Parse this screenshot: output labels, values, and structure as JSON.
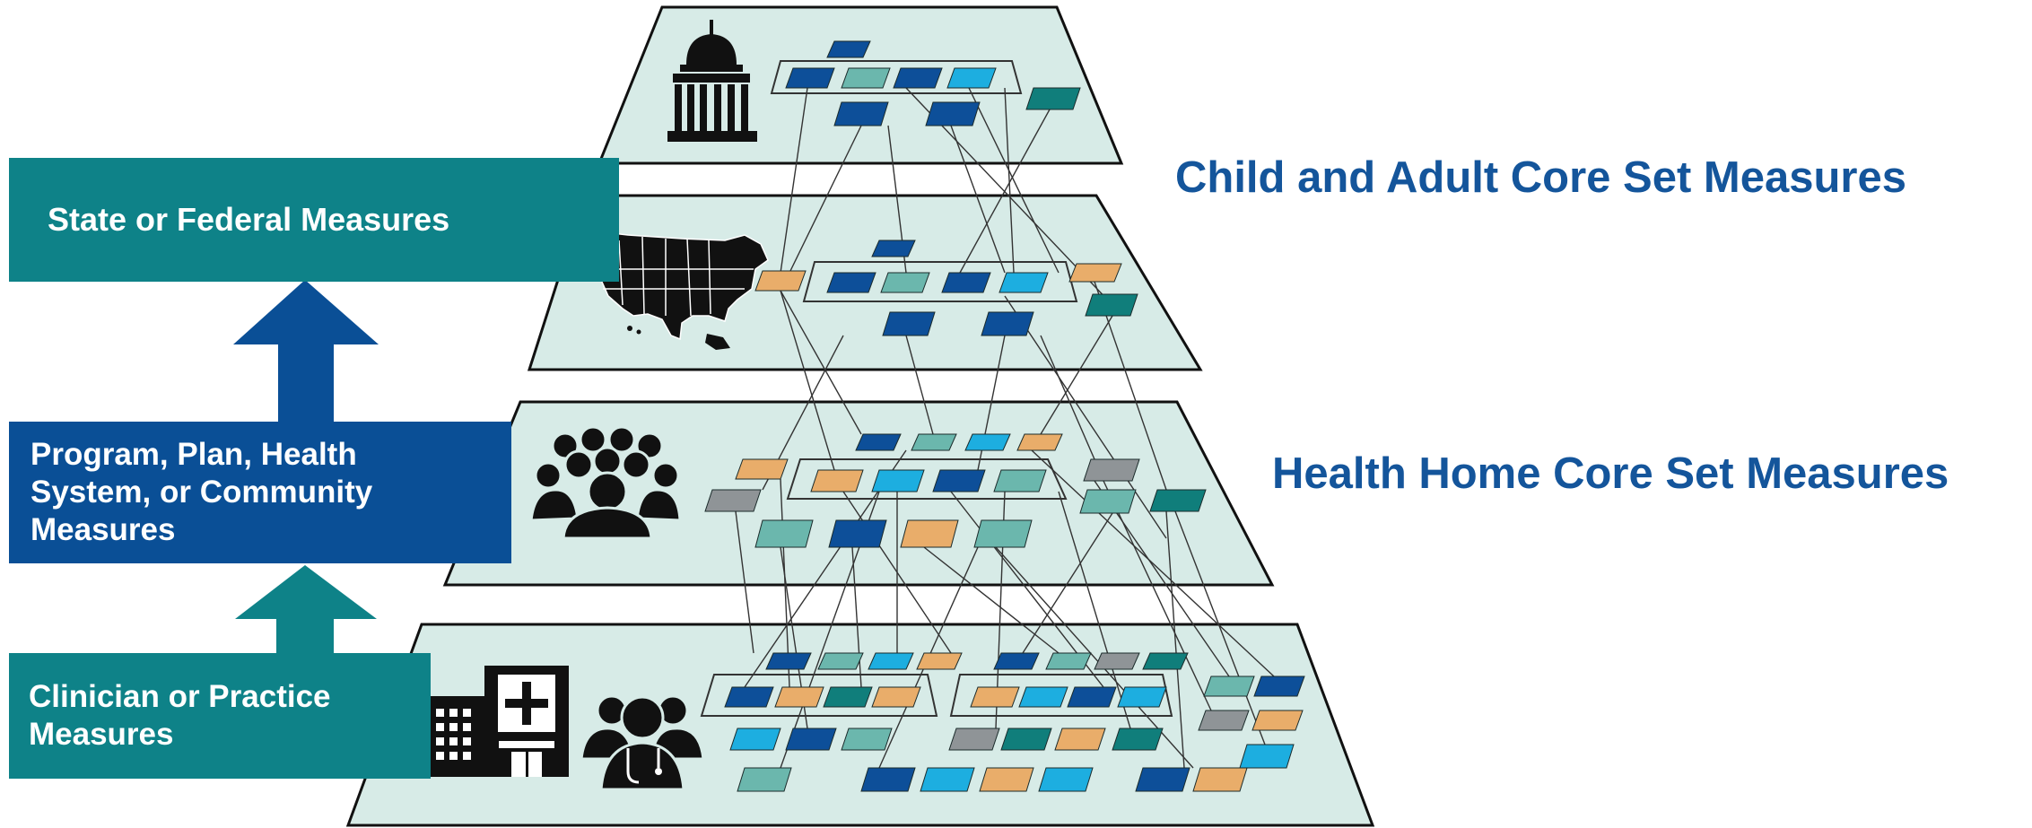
{
  "left_bands": {
    "state_federal": "State or Federal Measures",
    "program": [
      "Program, Plan, Health",
      "System, or Community",
      "Measures"
    ],
    "clinician": [
      "Clinician or Practice",
      "Measures"
    ]
  },
  "right_titles": {
    "child_adult": "Child and Adult Core Set Measures",
    "health_home": "Health Home Core Set Measures"
  },
  "level_icons": [
    "capitol-building-icon",
    "us-map-icon",
    "community-group-icon",
    "hospital-icon",
    "clinician-icon"
  ],
  "colors": {
    "teal_band": "#0e8288",
    "navy_band": "#0a4f96",
    "title_blue": "#14559b",
    "plane_fill": "#d7ebe7",
    "box_navy": "#0d4f99",
    "box_teal": "#6bb7ad",
    "box_sky": "#1daee0",
    "box_dark_teal": "#107e7b",
    "box_orange": "#e9ad6a",
    "box_gray": "#8f9497"
  }
}
